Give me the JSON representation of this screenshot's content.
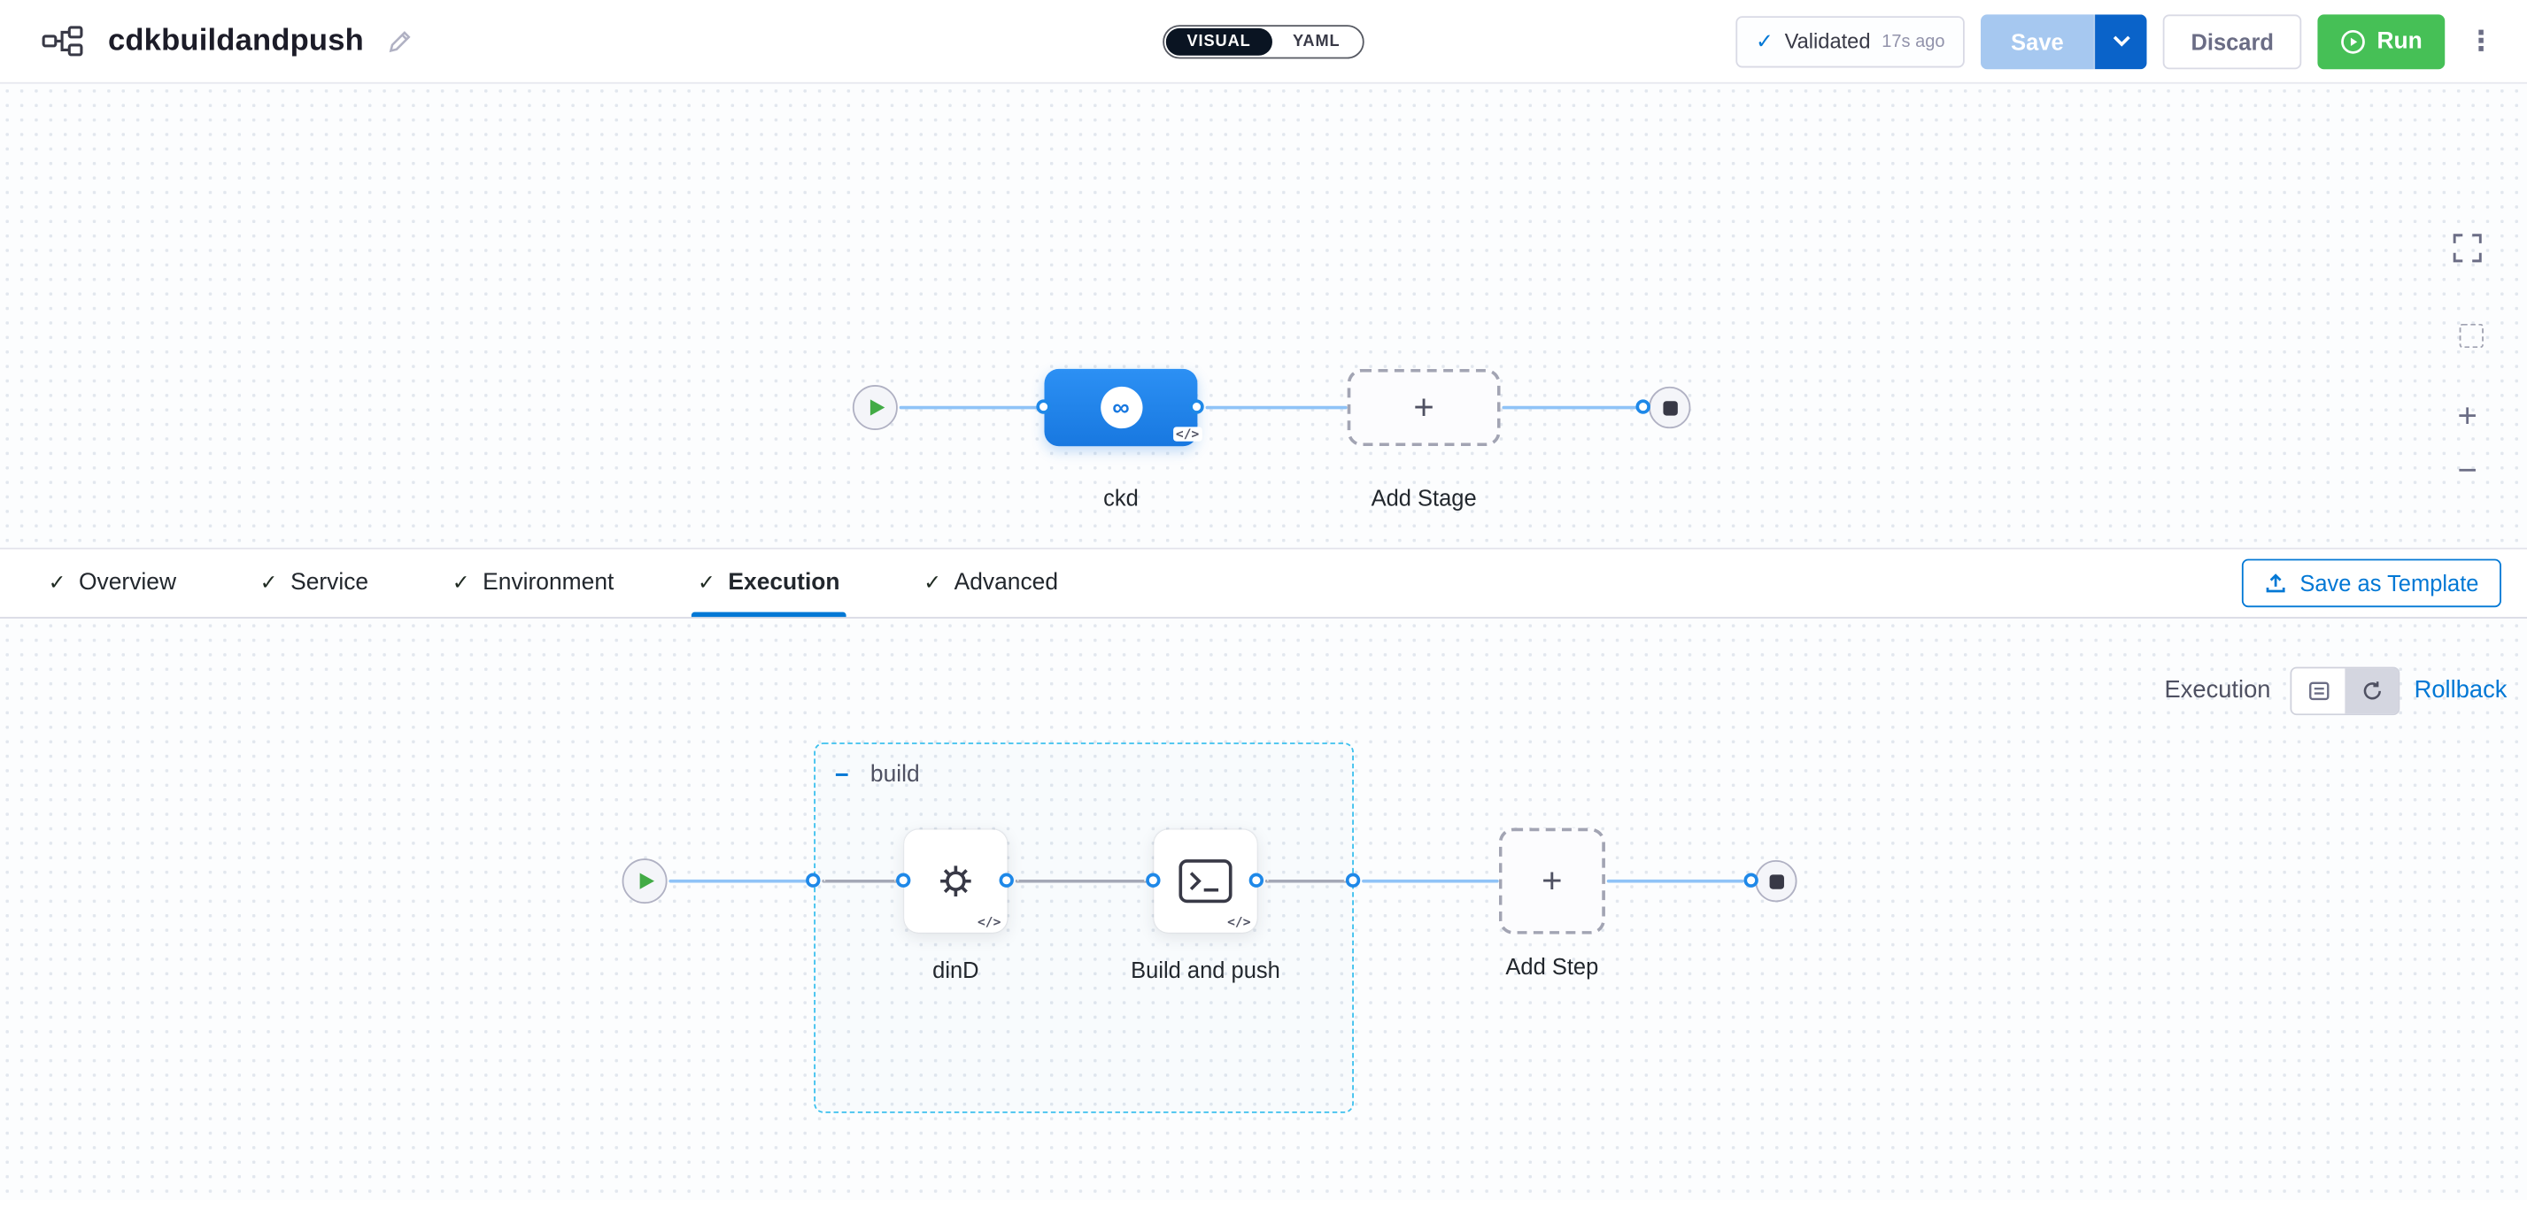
{
  "header": {
    "title": "cdkbuildandpush",
    "mode_toggle": {
      "visual": "VISUAL",
      "yaml": "YAML"
    },
    "validation": {
      "status": "Validated",
      "time_ago": "17s ago"
    },
    "buttons": {
      "save": "Save",
      "discard": "Discard",
      "run": "Run"
    }
  },
  "stage_canvas": {
    "stage_label": "ckd",
    "add_stage": "Add Stage"
  },
  "tabs": {
    "items": [
      {
        "label": "Overview"
      },
      {
        "label": "Service"
      },
      {
        "label": "Environment"
      },
      {
        "label": "Execution"
      },
      {
        "label": "Advanced"
      }
    ],
    "save_as_template": "Save as Template"
  },
  "execution_panel": {
    "title": "Execution",
    "rollback": "Rollback",
    "group": {
      "label": "build"
    },
    "steps": [
      {
        "label": "dinD"
      },
      {
        "label": "Build and push"
      }
    ],
    "add_step": "Add Step"
  },
  "icons": {
    "check": "✓",
    "plus": "+",
    "minus": "−",
    "code": "</>",
    "kebab": "⋮",
    "infinity": "∞"
  },
  "colors": {
    "accent_blue": "#0278d5",
    "node_blue": "#1e88e8",
    "connector_blue": "#8fc3f7",
    "group_dash_blue": "#3cc0ee",
    "run_green": "#46c056",
    "save_disabled_blue": "#a6c8f0",
    "save_caret_blue": "#0a63c9"
  }
}
